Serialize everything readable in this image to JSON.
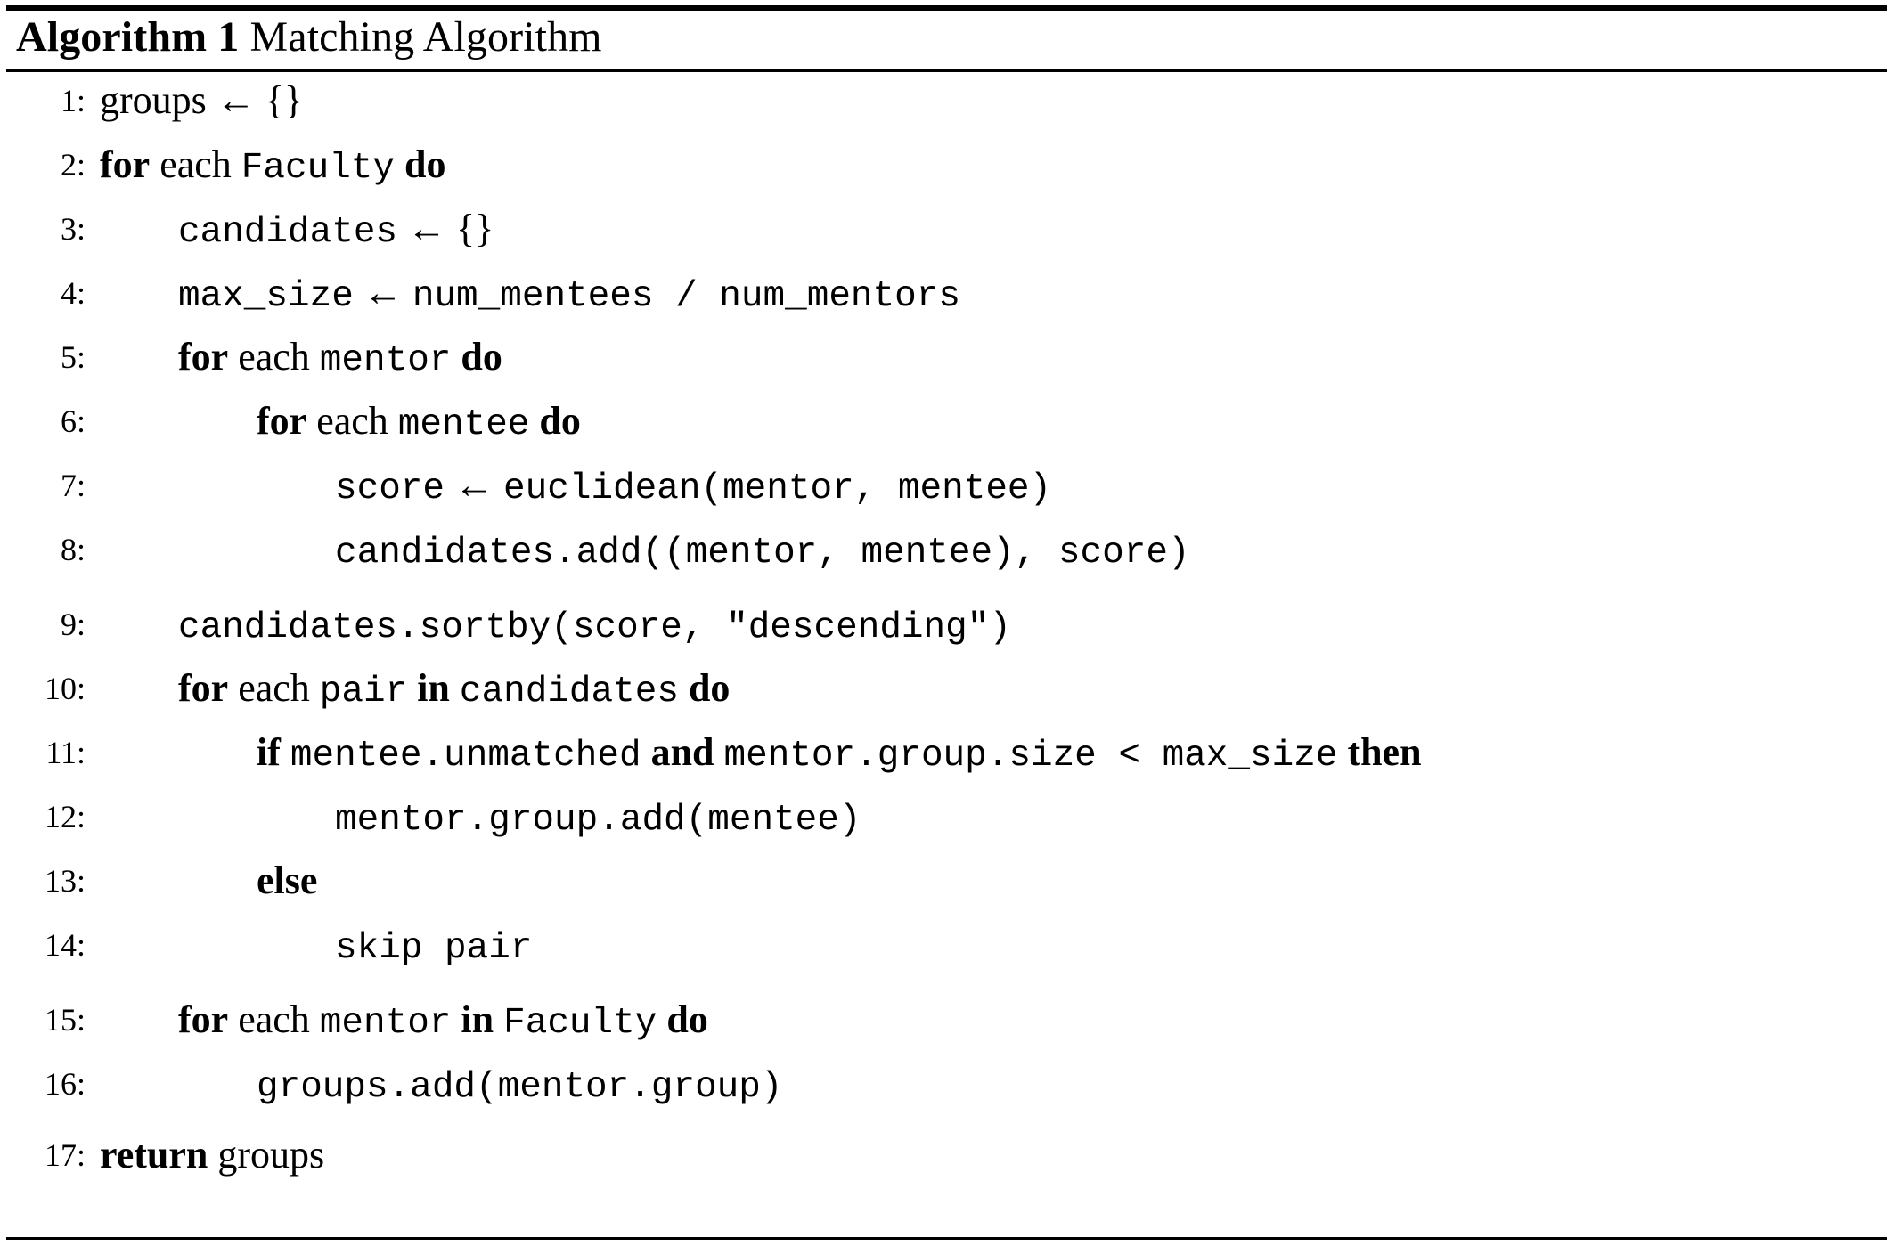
{
  "title": {
    "label": "Algorithm 1",
    "name": "Matching Algorithm"
  },
  "lines": [
    {
      "no": "1:",
      "indent": 0,
      "gap_before": 0,
      "tokens": [
        {
          "t": "rm",
          "v": "groups "
        },
        {
          "t": "op",
          "v": "←"
        },
        {
          "t": "rm",
          "v": " {}"
        }
      ]
    },
    {
      "no": "2:",
      "indent": 0,
      "gap_before": 0,
      "tokens": [
        {
          "t": "kw",
          "v": "for"
        },
        {
          "t": "rm",
          "v": " each "
        },
        {
          "t": "tt",
          "v": "Faculty"
        },
        {
          "t": "rm",
          "v": " "
        },
        {
          "t": "kw",
          "v": "do"
        }
      ]
    },
    {
      "no": "3:",
      "indent": 1,
      "gap_before": 0,
      "tokens": [
        {
          "t": "tt",
          "v": "candidates"
        },
        {
          "t": "rm",
          "v": " "
        },
        {
          "t": "op",
          "v": "←"
        },
        {
          "t": "rm",
          "v": " {}"
        }
      ]
    },
    {
      "no": "4:",
      "indent": 1,
      "gap_before": 0,
      "tokens": [
        {
          "t": "tt",
          "v": "max_size"
        },
        {
          "t": "rm",
          "v": " "
        },
        {
          "t": "op",
          "v": "←"
        },
        {
          "t": "rm",
          "v": " "
        },
        {
          "t": "tt",
          "v": "num_mentees / num_mentors"
        }
      ]
    },
    {
      "no": "5:",
      "indent": 1,
      "gap_before": 0,
      "tokens": [
        {
          "t": "kw",
          "v": "for"
        },
        {
          "t": "rm",
          "v": " each "
        },
        {
          "t": "tt",
          "v": "mentor"
        },
        {
          "t": "rm",
          "v": " "
        },
        {
          "t": "kw",
          "v": "do"
        }
      ]
    },
    {
      "no": "6:",
      "indent": 2,
      "gap_before": 0,
      "tokens": [
        {
          "t": "kw",
          "v": "for"
        },
        {
          "t": "rm",
          "v": " each "
        },
        {
          "t": "tt",
          "v": "mentee"
        },
        {
          "t": "rm",
          "v": " "
        },
        {
          "t": "kw",
          "v": "do"
        }
      ]
    },
    {
      "no": "7:",
      "indent": 3,
      "gap_before": 0,
      "tokens": [
        {
          "t": "tt",
          "v": "score"
        },
        {
          "t": "rm",
          "v": " "
        },
        {
          "t": "op",
          "v": "←"
        },
        {
          "t": "rm",
          "v": " "
        },
        {
          "t": "tt",
          "v": "euclidean(mentor, mentee)"
        }
      ]
    },
    {
      "no": "8:",
      "indent": 3,
      "gap_before": 0,
      "tokens": [
        {
          "t": "tt",
          "v": "candidates.add((mentor, mentee), score)"
        }
      ]
    },
    {
      "no": "9:",
      "indent": 1,
      "gap_before": 12,
      "tokens": [
        {
          "t": "tt",
          "v": "candidates.sortby(score, \"descending\")"
        }
      ]
    },
    {
      "no": "10:",
      "indent": 1,
      "gap_before": 0,
      "tokens": [
        {
          "t": "kw",
          "v": "for"
        },
        {
          "t": "rm",
          "v": " each "
        },
        {
          "t": "tt",
          "v": "pair"
        },
        {
          "t": "rm",
          "v": " "
        },
        {
          "t": "kw",
          "v": "in"
        },
        {
          "t": "rm",
          "v": " "
        },
        {
          "t": "tt",
          "v": "candidates"
        },
        {
          "t": "rm",
          "v": " "
        },
        {
          "t": "kw",
          "v": "do"
        }
      ]
    },
    {
      "no": "11:",
      "indent": 2,
      "gap_before": 0,
      "tokens": [
        {
          "t": "kw",
          "v": "if"
        },
        {
          "t": "rm",
          "v": " "
        },
        {
          "t": "tt",
          "v": "mentee.unmatched"
        },
        {
          "t": "rm",
          "v": " "
        },
        {
          "t": "kw",
          "v": "and"
        },
        {
          "t": "rm",
          "v": " "
        },
        {
          "t": "tt",
          "v": "mentor.group.size < max_size"
        },
        {
          "t": "rm",
          "v": " "
        },
        {
          "t": "kw",
          "v": "then"
        }
      ]
    },
    {
      "no": "12:",
      "indent": 3,
      "gap_before": 0,
      "tokens": [
        {
          "t": "tt",
          "v": "mentor.group.add(mentee)"
        }
      ]
    },
    {
      "no": "13:",
      "indent": 2,
      "gap_before": 0,
      "tokens": [
        {
          "t": "kw",
          "v": "else"
        }
      ]
    },
    {
      "no": "14:",
      "indent": 3,
      "gap_before": 0,
      "tokens": [
        {
          "t": "tt",
          "v": "skip pair"
        }
      ]
    },
    {
      "no": "15:",
      "indent": 1,
      "gap_before": 12,
      "tokens": [
        {
          "t": "kw",
          "v": "for"
        },
        {
          "t": "rm",
          "v": " each "
        },
        {
          "t": "tt",
          "v": "mentor"
        },
        {
          "t": "rm",
          "v": " "
        },
        {
          "t": "kw",
          "v": "in"
        },
        {
          "t": "rm",
          "v": " "
        },
        {
          "t": "tt",
          "v": "Faculty"
        },
        {
          "t": "rm",
          "v": " "
        },
        {
          "t": "kw",
          "v": "do"
        }
      ]
    },
    {
      "no": "16:",
      "indent": 2,
      "gap_before": 0,
      "tokens": [
        {
          "t": "tt",
          "v": "groups.add(mentor.group)"
        }
      ]
    },
    {
      "no": "17:",
      "indent": 0,
      "gap_before": 8,
      "tokens": [
        {
          "t": "kw",
          "v": "return"
        },
        {
          "t": "rm",
          "v": " groups"
        }
      ]
    }
  ],
  "colors": {
    "ink": "#000000",
    "paper": "#ffffff"
  }
}
